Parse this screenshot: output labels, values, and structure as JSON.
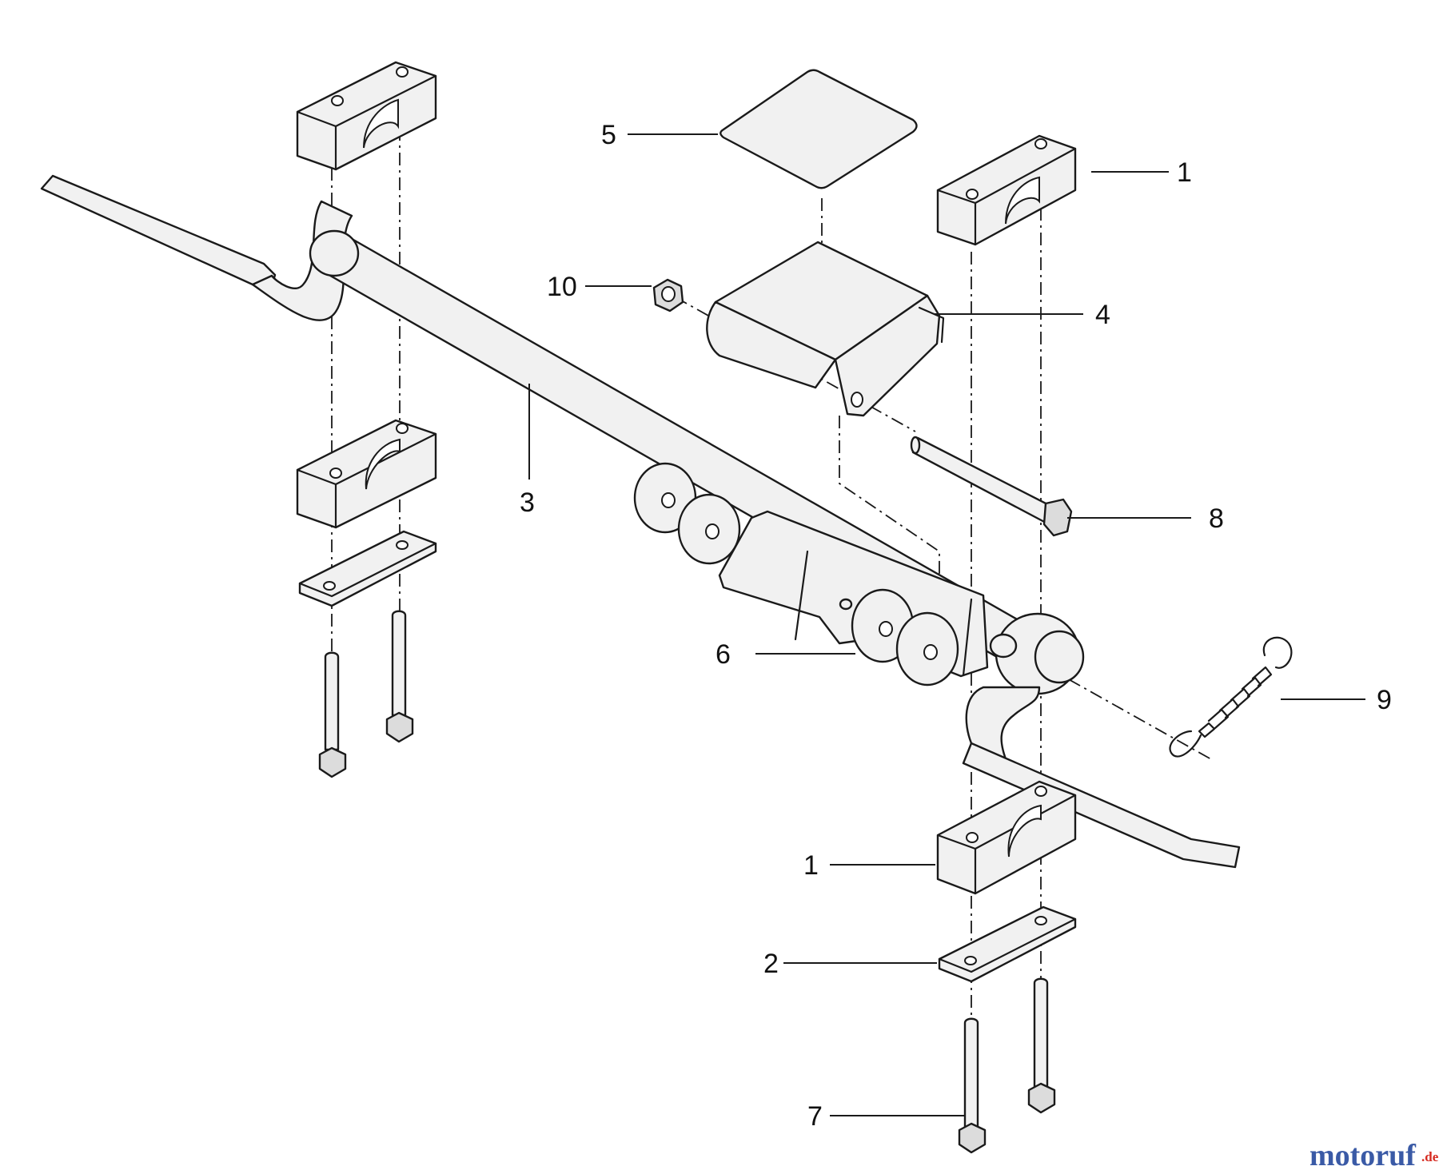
{
  "diagram": {
    "callouts": {
      "c1_top": "1",
      "c1_bottom": "1",
      "c2": "2",
      "c3": "3",
      "c4": "4",
      "c5": "5",
      "c6": "6",
      "c7": "7",
      "c8": "8",
      "c9": "9",
      "c10": "10"
    }
  },
  "watermark": {
    "main": "motoruf",
    "suffix": ".de",
    "color_main": "#3a5aa6",
    "color_dot": "#d62a20"
  }
}
